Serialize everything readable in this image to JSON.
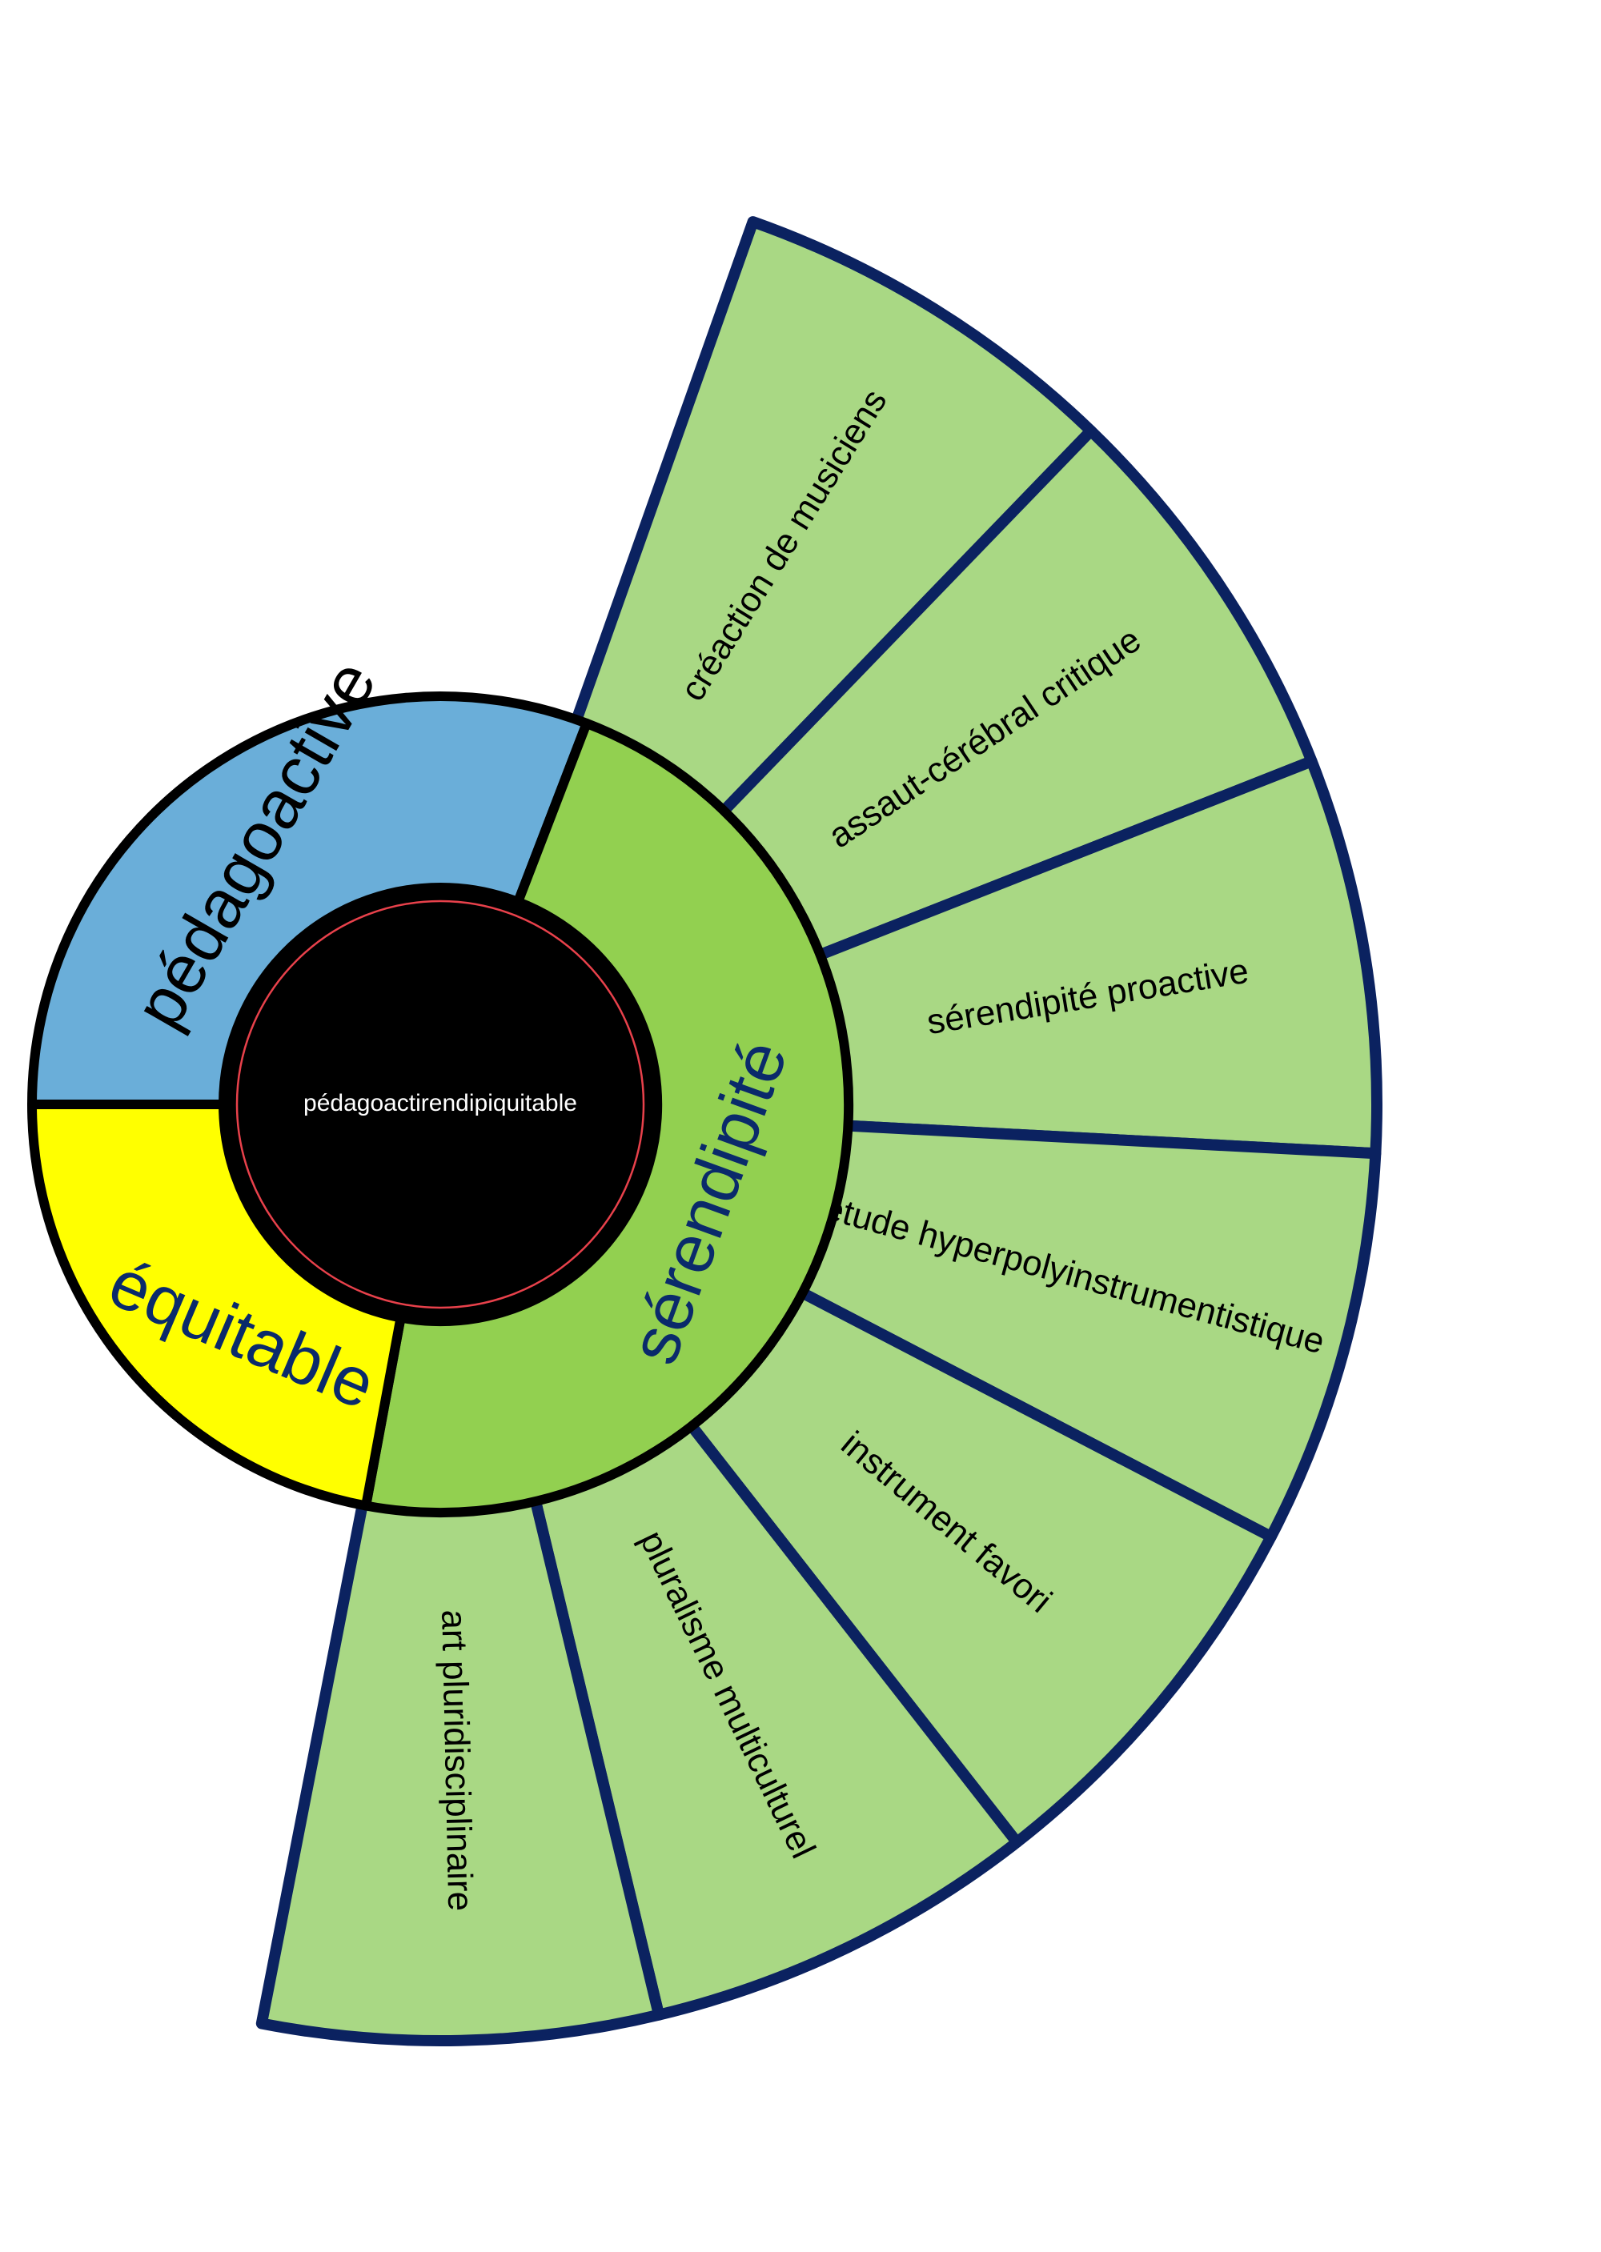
{
  "center": {
    "label": "pédagoactirendipiquitable",
    "fill": "#000000",
    "text_color": "#ffffff",
    "accent_ring": "#e8414b"
  },
  "ring": [
    {
      "label": "pédagoactive",
      "fill": "#6aaed9",
      "text_color": "#000000"
    },
    {
      "label": "sérendipité",
      "fill": "#92d050",
      "text_color": "#0a2a6b"
    },
    {
      "label": "équitable",
      "fill": "#ffff00",
      "text_color": "#0a2a6b"
    }
  ],
  "fan": {
    "fill": "#a9d884",
    "border": "#0b2260",
    "text_color": "#000000",
    "items": [
      "créaction de musiciens",
      "assaut-cérébral critique",
      "sérendipité proactive",
      "étude hyperpolyinstrumentistique",
      "instrument favori",
      "pluralisme multiculturel",
      "art pluridisciplinaire"
    ]
  }
}
